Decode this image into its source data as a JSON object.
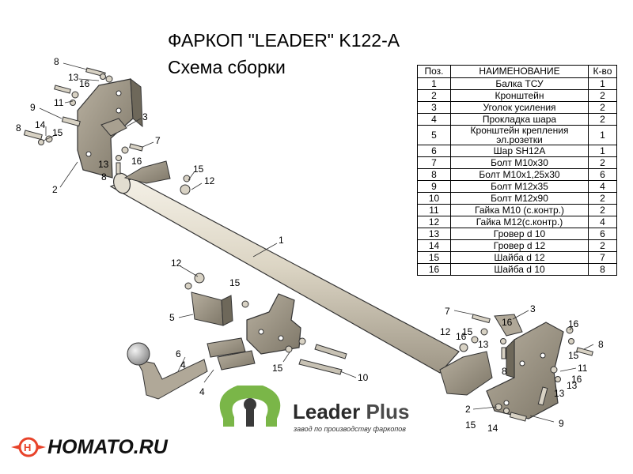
{
  "header": {
    "title": "ФАРКОП \"LEADER\" K122-A",
    "subtitle": "Схема сборки"
  },
  "table": {
    "headers": [
      "Поз.",
      "НАИМЕНОВАНИЕ",
      "К-во"
    ],
    "rows": [
      [
        "1",
        "Балка ТСУ",
        "1"
      ],
      [
        "2",
        "Кронштейн",
        "2"
      ],
      [
        "3",
        "Уголок усиления",
        "2"
      ],
      [
        "4",
        "Прокладка шара",
        "2"
      ],
      [
        "5",
        "Кронштейн крепления эл.розетки",
        "1"
      ],
      [
        "6",
        "Шар SH12A",
        "1"
      ],
      [
        "7",
        "Болт М10х30",
        "2"
      ],
      [
        "8",
        "Болт М10х1,25х30",
        "6"
      ],
      [
        "9",
        "Болт М12х35",
        "4"
      ],
      [
        "10",
        "Болт М12х90",
        "2"
      ],
      [
        "11",
        "Гайка  М10 (с.контр.)",
        "2"
      ],
      [
        "12",
        "Гайка М12(с.контр.)",
        "4"
      ],
      [
        "13",
        "Гровер d 10",
        "6"
      ],
      [
        "14",
        "Гровер d 12",
        "2"
      ],
      [
        "15",
        "Шайба d 12",
        "7"
      ],
      [
        "16",
        "Шайба d 10",
        "8"
      ]
    ]
  },
  "callouts": {
    "c1": "1",
    "c2a": "2",
    "c2b": "2",
    "c3a": "3",
    "c3b": "3",
    "c4a": "4",
    "c4b": "4",
    "c5": "5",
    "c6": "6",
    "c7a": "7",
    "c7b": "7",
    "c8a": "8",
    "c8b": "8",
    "c8c": "8",
    "c8d": "8",
    "c8e": "8",
    "c9a": "9",
    "c9b": "9",
    "c10": "10",
    "c11a": "11",
    "c11b": "11",
    "c12a": "12",
    "c12b": "12",
    "c12c": "12",
    "c13a": "13",
    "c13b": "13",
    "c13c": "13",
    "c13d": "13",
    "c13e": "13",
    "c14a": "14",
    "c14b": "14",
    "c15a": "15",
    "c15b": "15",
    "c15c": "15",
    "c15d": "15",
    "c15e": "15",
    "c15f": "15",
    "c15g": "15",
    "c16a": "16",
    "c16b": "16",
    "c16c": "16",
    "c16d": "16",
    "c16e": "16",
    "c16f": "16"
  },
  "brand": {
    "name": "Leader",
    "plus": "Plus",
    "tagline": "завод по производству фаркопов",
    "logo_icon": "tow-ball-omega-logo-icon",
    "logo_color": "#7ab648"
  },
  "site": {
    "name": "HOMATO.RU",
    "logo_icon": "winged-h-logo-icon",
    "logo_color": "#e8432a"
  }
}
